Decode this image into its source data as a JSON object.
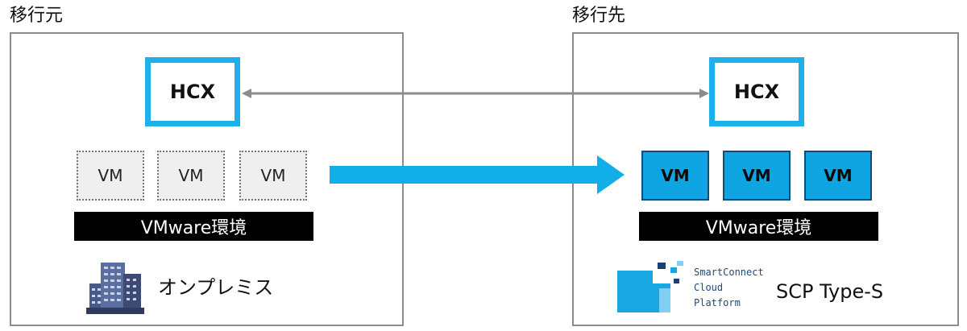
{
  "source": {
    "title": "移行元",
    "hcx_label": "HCX",
    "vms": [
      "VM",
      "VM",
      "VM"
    ],
    "env_label": "VMware環境",
    "platform_label": "オンプレミス",
    "platform_icon": "office-building-icon"
  },
  "destination": {
    "title": "移行先",
    "hcx_label": "HCX",
    "vms": [
      "VM",
      "VM",
      "VM"
    ],
    "env_label": "VMware環境",
    "logo_lines": [
      "SmartConnect",
      "Cloud",
      "Platform"
    ],
    "platform_label": "SCP Type-S",
    "platform_icon": "smartconnect-cloud-platform-logo"
  },
  "colors": {
    "hcx_border": "#1fb0ec",
    "migration_arrow": "#12aee8",
    "link_arrow": "#8c8c8c",
    "dest_vm_fill": "#0fa5e3",
    "env_bar": "#000000"
  }
}
